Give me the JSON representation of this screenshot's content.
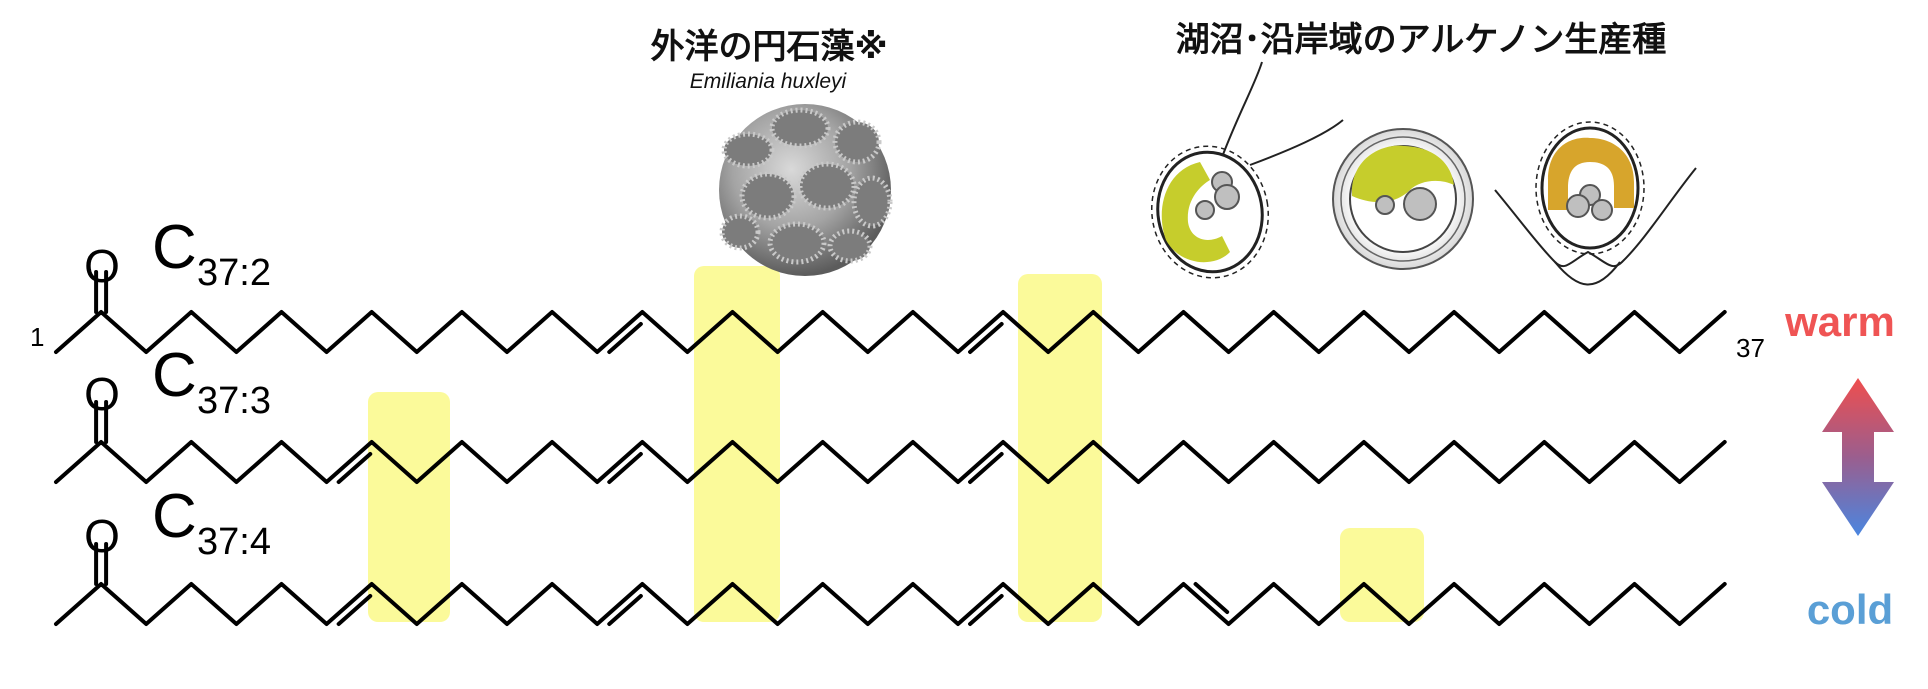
{
  "headings": {
    "coccolith": "外洋の円石藻※",
    "coccolith_species": "Emiliania huxleyi",
    "lake_species": "湖沼･沿岸域のアルケノン生産種"
  },
  "molecules": [
    {
      "label": "C",
      "subscript": "37:2",
      "oxygen": "O",
      "carbon_first": "1",
      "carbon_last": "37"
    },
    {
      "label": "C",
      "subscript": "37:3",
      "oxygen": "O"
    },
    {
      "label": "C",
      "subscript": "37:4",
      "oxygen": "O"
    }
  ],
  "temperature_scale": {
    "warm": "warm",
    "cold": "cold"
  },
  "colors": {
    "highlight": "#fbfa9a",
    "warm": "#ef5454",
    "cold": "#5a9fd6",
    "chloroplast_green": "#c6cd2c",
    "chloroplast_gold": "#d7a52c"
  },
  "icons": [
    "emiliania-huxleyi-micrograph",
    "flagellate-cell-icon",
    "cyst-cell-icon",
    "cell-with-appendages-icon",
    "warm-cold-double-arrow"
  ]
}
